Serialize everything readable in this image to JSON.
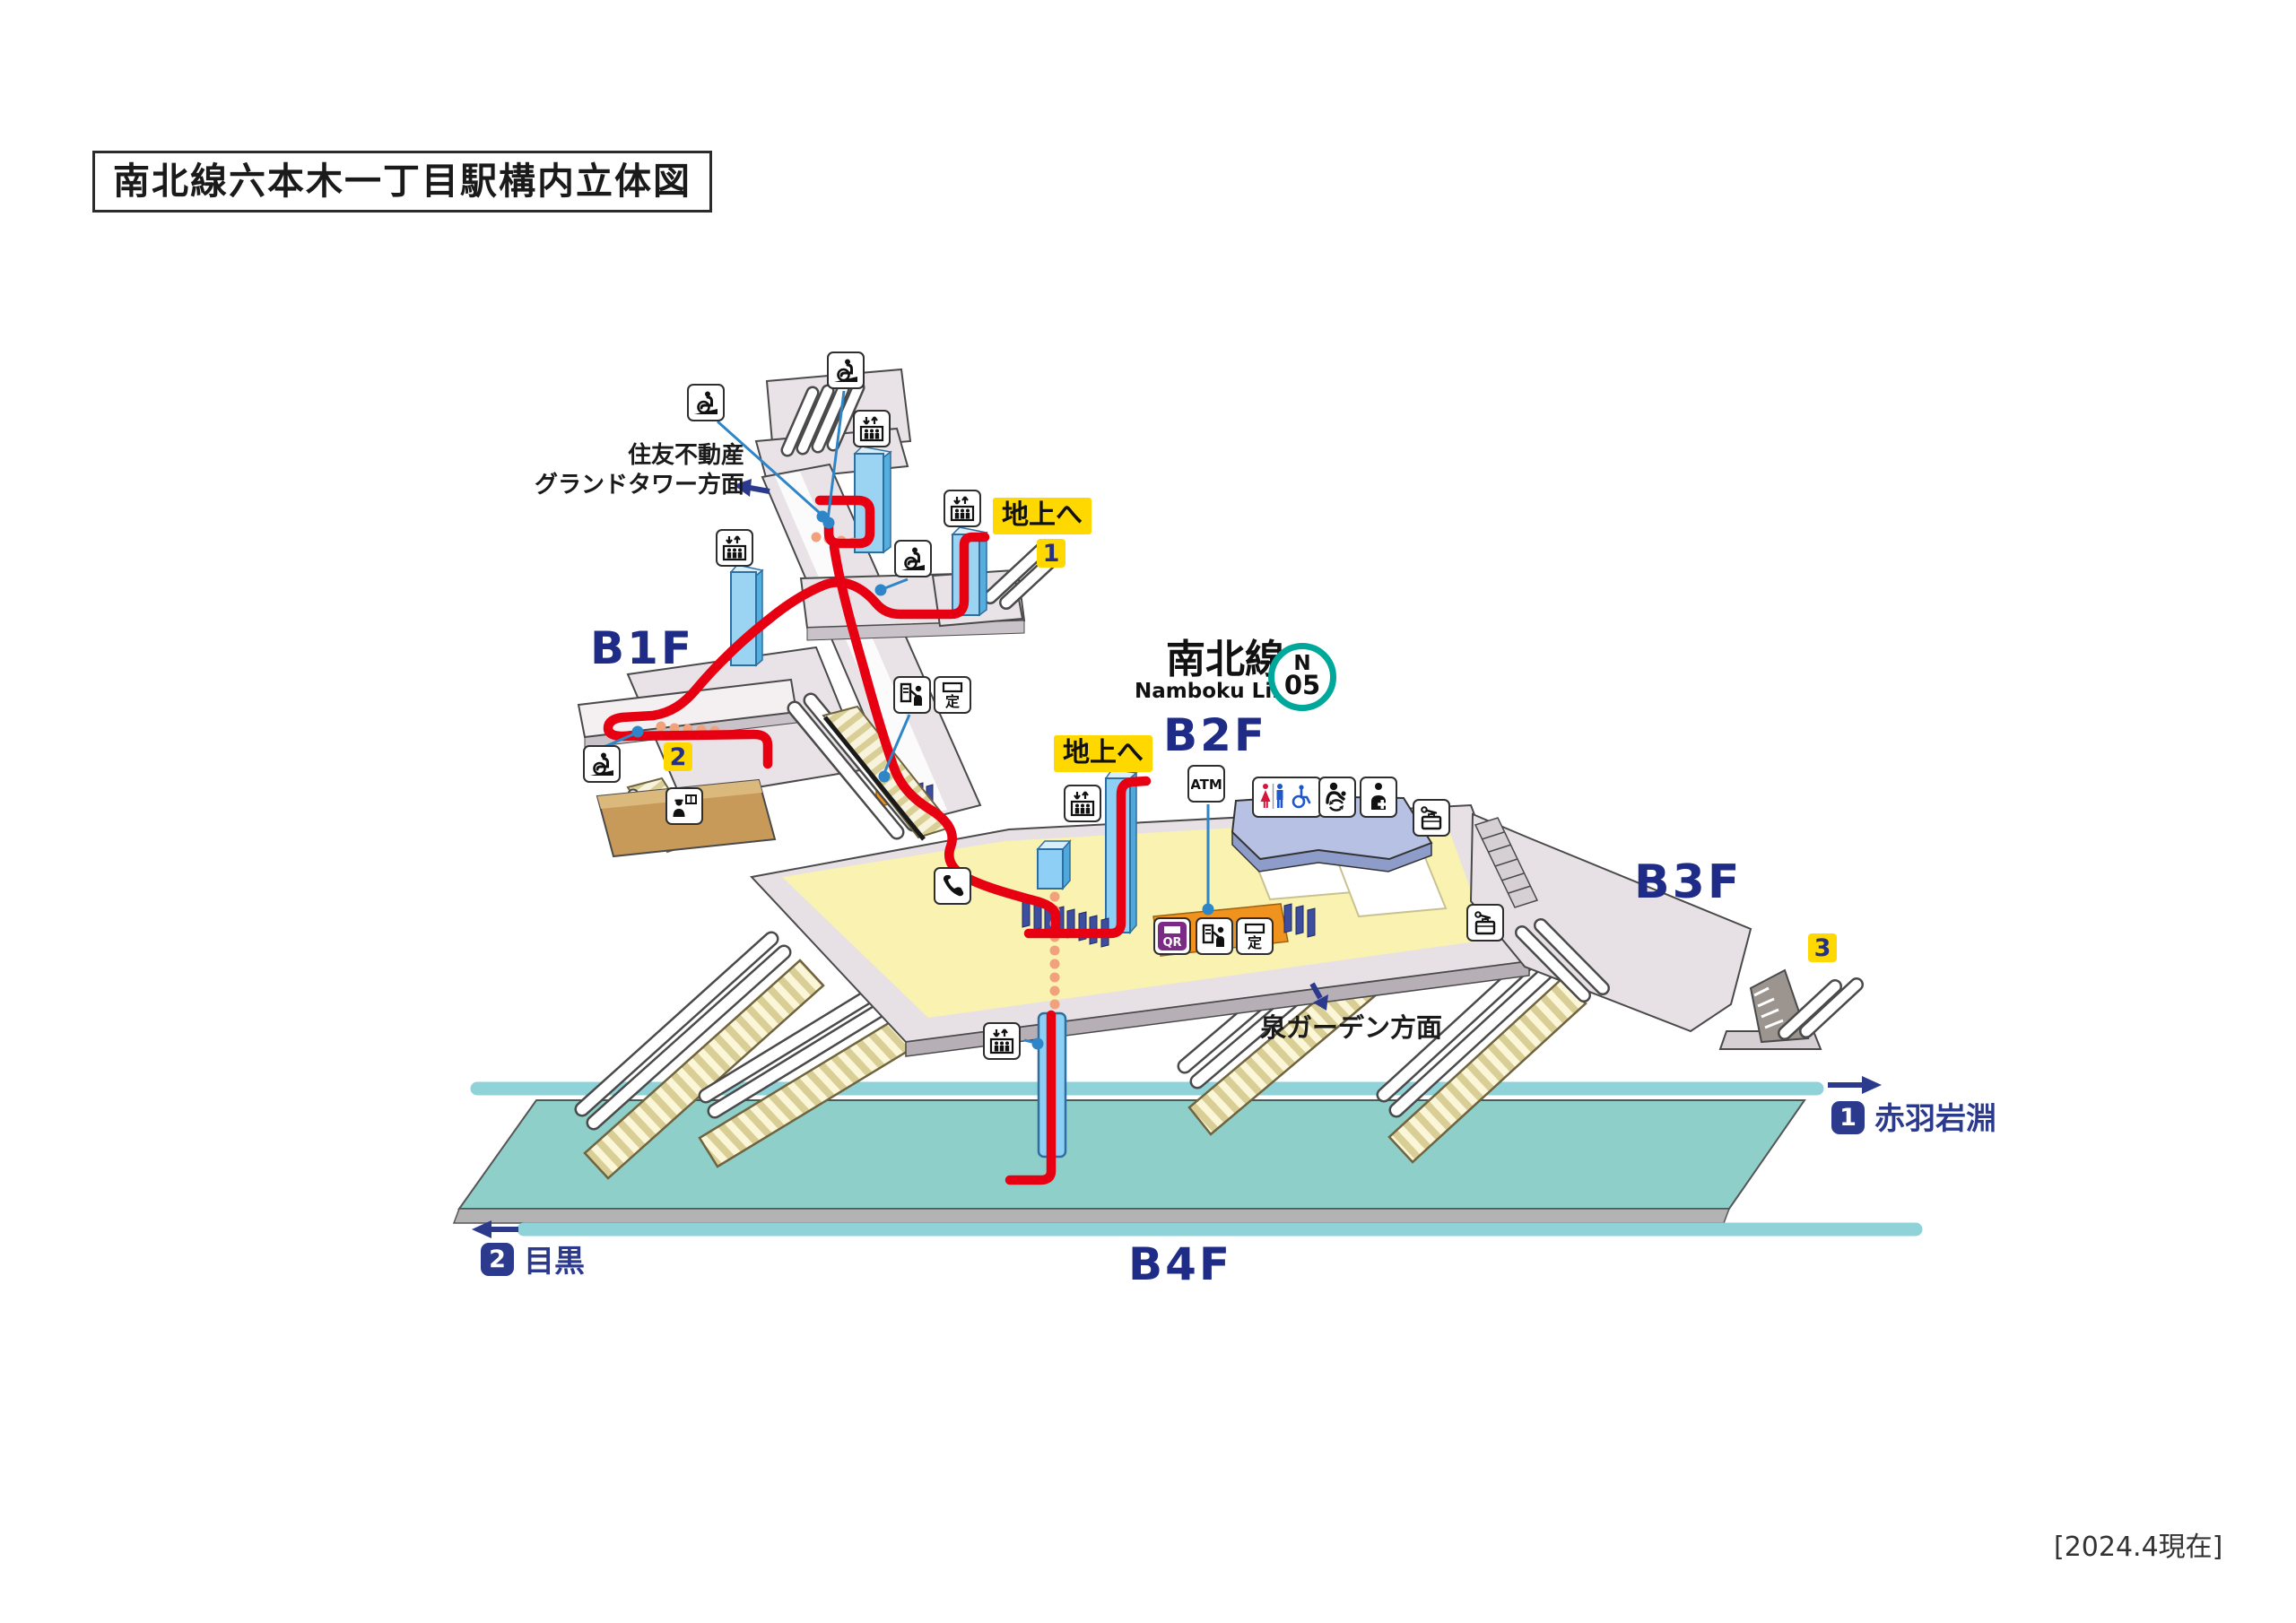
{
  "title": "南北線六本木一丁目駅構内立体図",
  "station": {
    "line_ja": "南北線",
    "line_en": "Namboku Line",
    "code_letter": "N",
    "code_number": "05"
  },
  "floors": {
    "b1f": "B1F",
    "b2f": "B2F",
    "b3f": "B3F",
    "b4f": "B4F"
  },
  "exits": {
    "to_ground": "地上へ",
    "exit1": "1",
    "exit2": "2",
    "exit3": "3"
  },
  "directions": {
    "grand_tower": {
      "line1": "住友不動産",
      "line2": "グランドタワー方面"
    },
    "izumi_garden": "泉ガーデン方面",
    "akabane": {
      "badge": "1",
      "name": "赤羽岩淵"
    },
    "meguro": {
      "badge": "2",
      "name": "目黒"
    }
  },
  "icons": {
    "teiki": "定",
    "qr": "QR",
    "atm": "ATM"
  },
  "footer": "[2024.4現在]",
  "colors": {
    "line_green": "#00a79b",
    "route_red": "#e60012",
    "accessible_route_orange": "#f1a17c",
    "highlight_yellow": "#ffd800",
    "accent_navy": "#2c3a8e",
    "platform_teal": "#8ecfc9"
  }
}
